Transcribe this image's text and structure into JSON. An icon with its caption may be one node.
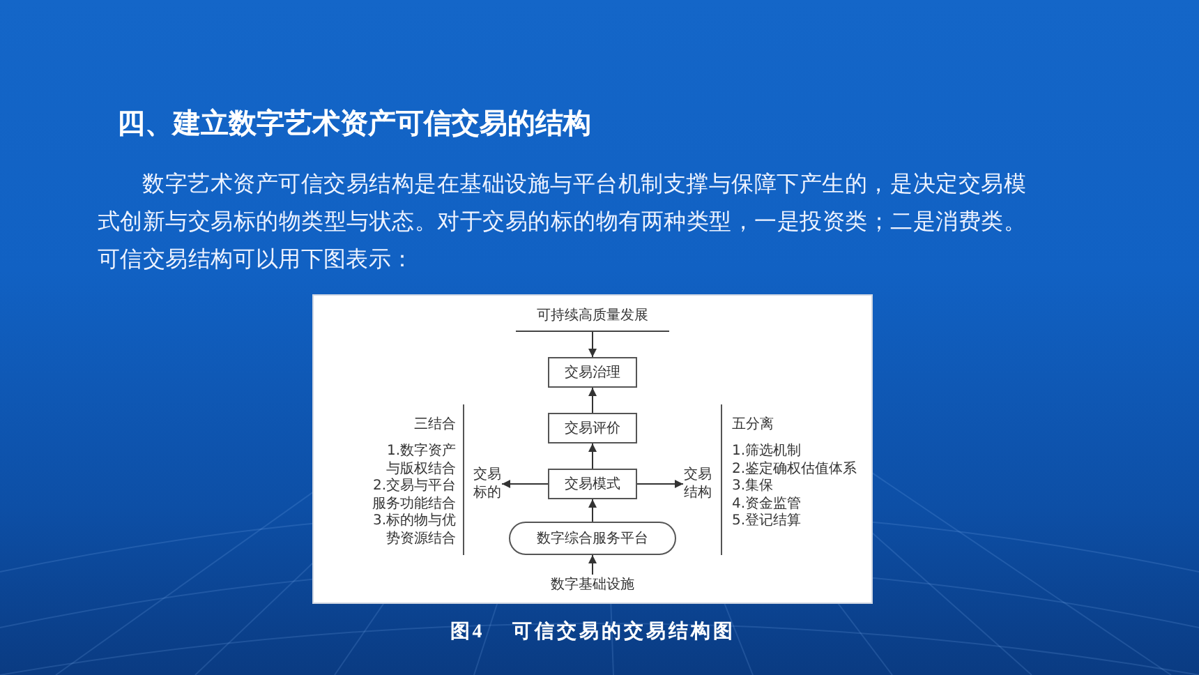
{
  "diagram": {
    "title": "四、建立数字艺术资产可信交易的结构",
    "caption": "图4 可信交易的交易结构图",
    "nodes": [
      {
        "text": [
          "可持续高质量发展"
        ]
      },
      {
        "text": [
          "交易治理"
        ]
      },
      {
        "text": [
          "交易评价"
        ]
      },
      {
        "text": [
          "交易模式"
        ]
      },
      {
        "text": [
          "数字综合服务平台"
        ]
      },
      {
        "text": [
          "数字基础设施"
        ]
      },
      {
        "text": [
          "交易标的"
        ]
      },
      {
        "text": [
          "交易结构"
        ]
      }
    ],
    "edges": [
      {
        "from": 0,
        "to": 1,
        "arrow": "to"
      },
      {
        "from": 2,
        "to": 1,
        "arrow": "to"
      },
      {
        "from": 3,
        "to": 2,
        "arrow": "to"
      },
      {
        "from": 4,
        "to": 3,
        "arrow": "to"
      },
      {
        "from": 5,
        "to": 4,
        "arrow": "to"
      },
      {
        "from": 3,
        "to": 6,
        "arrow": "to"
      },
      {
        "from": 3,
        "to": 7,
        "arrow": "to"
      }
    ],
    "labels": [
      "数字艺术资产可信交易结构是在基础设施与平台机制支撑与保障下产生的，是决定交易模式创新与交易标的物类型与状态。对于交易的标的物有两种类型，一是投资类；二是消费类。",
      "可信交易结构可以用下图表示：",
      "三结合",
      "1.数字资产与版权结合",
      "2.交易与平台服务功能结合",
      "3.标的物与优势资源结合",
      "五分离",
      "1.筛选机制",
      "2.鉴定确权估值体系",
      "3.集保",
      "4.资金监管",
      "5.登记结算"
    ]
  }
}
